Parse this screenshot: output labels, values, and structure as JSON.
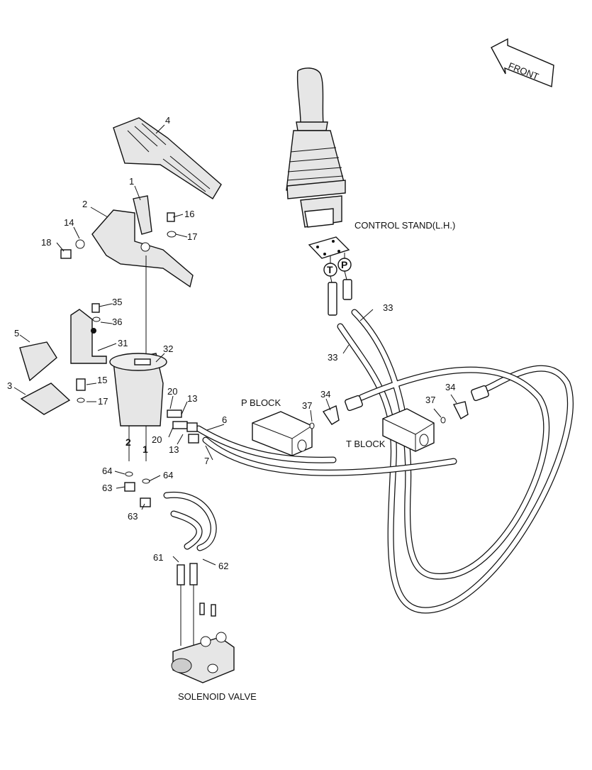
{
  "labels": {
    "front": "FRONT",
    "control_stand": "CONTROL STAND(L.H.)",
    "p_block": "P BLOCK",
    "t_block": "T BLOCK",
    "solenoid_valve": "SOLENOID VALVE",
    "port_t": "T",
    "port_p": "P",
    "port_2": "2",
    "port_1": "1"
  },
  "callouts": [
    "1",
    "2",
    "3",
    "4",
    "5",
    "6",
    "7",
    "13",
    "13",
    "14",
    "15",
    "16",
    "17",
    "17",
    "18",
    "20",
    "20",
    "31",
    "32",
    "33",
    "33",
    "34",
    "34",
    "35",
    "36",
    "37",
    "37",
    "61",
    "62",
    "63",
    "63",
    "64",
    "64"
  ]
}
